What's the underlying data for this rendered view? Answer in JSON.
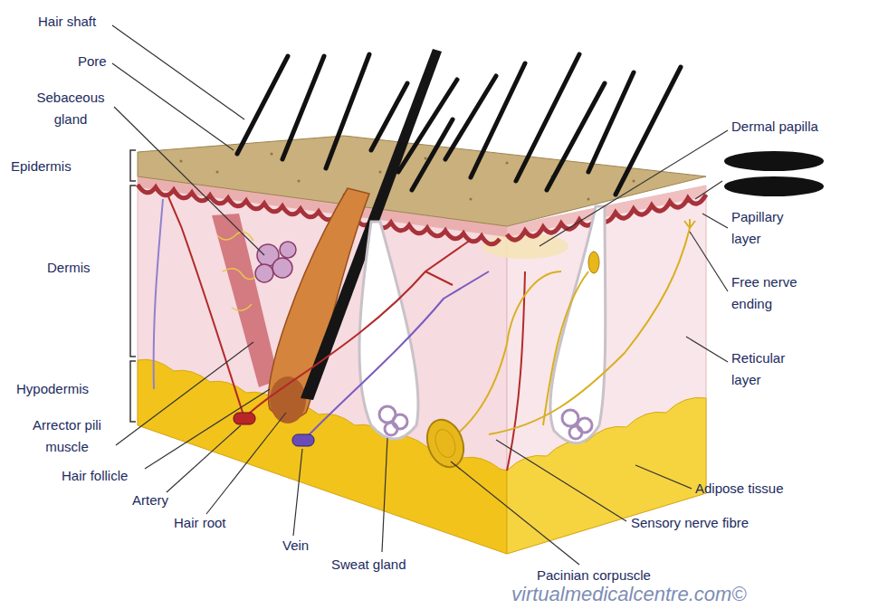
{
  "diagram": {
    "labels": [
      "Hair shaft",
      "Pore",
      "Sebaceous gland",
      "Epidermis",
      "Dermis",
      "Hypodermis",
      "Arrector pili muscle",
      "Hair follicle",
      "Artery",
      "Hair root",
      "Vein",
      "Sweat gland",
      "Pacinian corpuscle",
      "Dermal papilla",
      "Papillary layer",
      "Free nerve ending",
      "Reticular layer",
      "Adipose tissue",
      "Sensory nerve fibre",
      "virtualmedicalcentre.com©"
    ]
  }
}
